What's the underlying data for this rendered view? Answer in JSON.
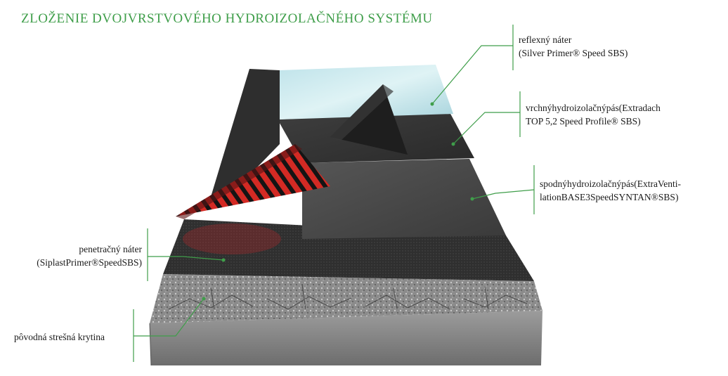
{
  "title": "ZLOŽENIE DVOJVRSTVOVÉHO HYDROIZOLAČNÉHO SYSTÉMU",
  "accent_color": "#3f9e4a",
  "labels": {
    "reflective": [
      "reflexný náter",
      "(Silver Primer® Speed SBS)"
    ],
    "top": [
      "vrchnýhydroizolačnýpás(Extradach",
      "TOP 5,2 Speed Profile® SBS)"
    ],
    "bottom": [
      "spodnýhydroizolačnýpás(ExtraVenti-",
      "lationBASE3SpeedSYNTAN®SBS)"
    ],
    "primer": [
      "penetračný náter",
      "(SiplastPrimer®SpeedSBS)"
    ],
    "original": [
      "pôvodná strešná krytina"
    ]
  }
}
